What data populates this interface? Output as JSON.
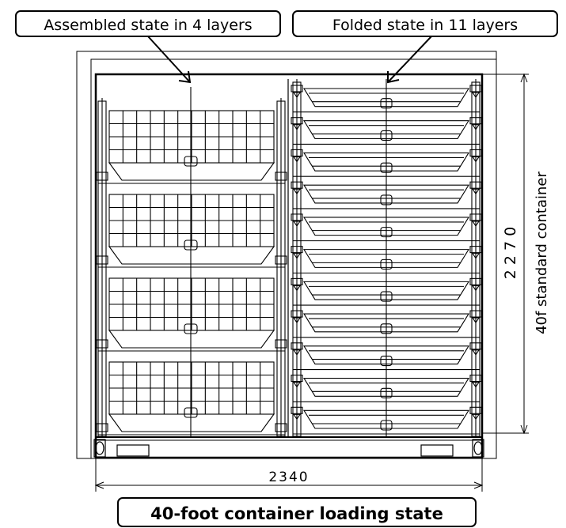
{
  "labels": {
    "assembled": "Assembled state in 4 layers",
    "folded": "Folded state in 11 layers",
    "caption": "40-foot container loading state",
    "side_caption": "40f standard container"
  },
  "dimensions": {
    "height": "2 2 7 0",
    "width": "2340"
  },
  "stacks": {
    "assembled_layers": 4,
    "folded_layers": 11
  },
  "colors": {
    "line": "#000000",
    "background": "#ffffff"
  }
}
